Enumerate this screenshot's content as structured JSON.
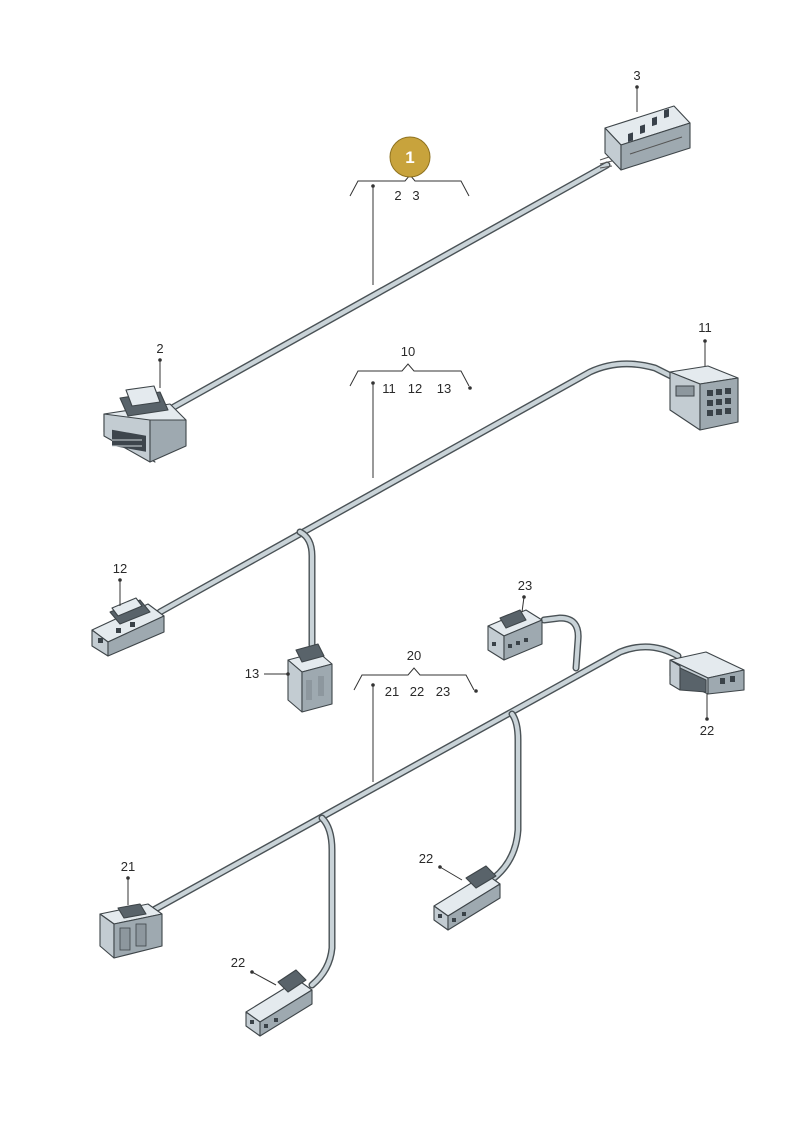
{
  "badge": {
    "label": "1",
    "color": "#c8a33c"
  },
  "colors": {
    "cable": "#c9d3d8",
    "cable_outline": "#4a5256",
    "connector": "#c3ccd2"
  },
  "groups": [
    {
      "name": "group-1",
      "items": [
        "2",
        "3"
      ]
    },
    {
      "name": "group-10",
      "label": "10",
      "items": [
        "11",
        "12",
        "13"
      ]
    },
    {
      "name": "group-20",
      "label": "20",
      "items": [
        "21",
        "22",
        "23"
      ]
    }
  ],
  "callouts": {
    "c2": "2",
    "c3": "3",
    "c11": "11",
    "c12": "12",
    "c13": "13",
    "c21": "21",
    "c22a": "22",
    "c22b": "22",
    "c22c": "22",
    "c23": "23"
  }
}
